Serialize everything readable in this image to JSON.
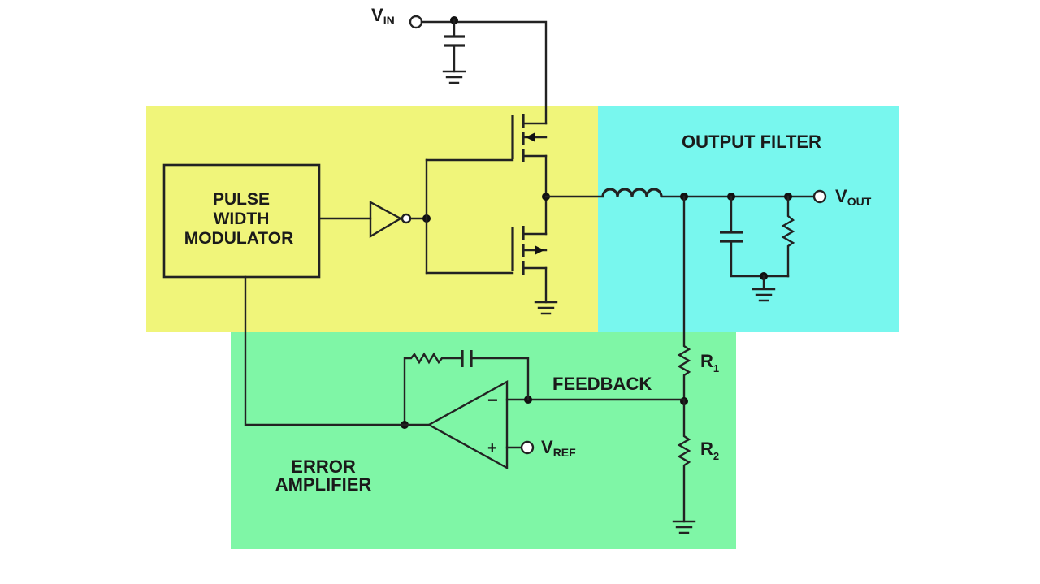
{
  "colors": {
    "switch_region": "#f0f57a",
    "filter_region": "#78f7ee",
    "feedback_region": "#7ff6a6",
    "wire": "#222222"
  },
  "labels": {
    "vin_main": "V",
    "vin_sub": "IN",
    "vout_main": "V",
    "vout_sub": "OUT",
    "vref_main": "V",
    "vref_sub": "REF",
    "r1_main": "R",
    "r1_sub": "1",
    "r2_main": "R",
    "r2_sub": "2",
    "pwm_line1": "PULSE",
    "pwm_line2": "WIDTH",
    "pwm_line3": "MODULATOR",
    "output_filter": "OUTPUT FILTER",
    "feedback": "FEEDBACK",
    "error_line1": "ERROR",
    "error_line2": "AMPLIFIER",
    "minus_sign": "−",
    "plus_sign": "+"
  }
}
